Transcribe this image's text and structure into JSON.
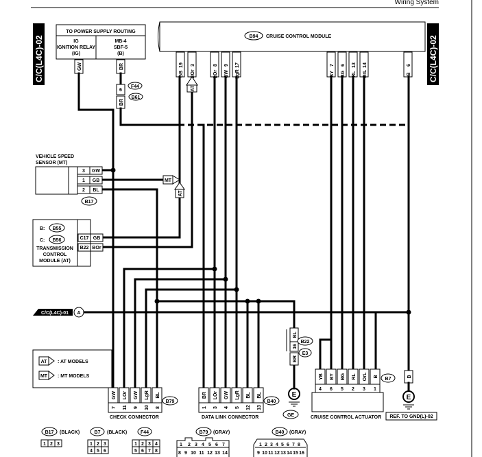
{
  "header": {
    "title": "Wiring System"
  },
  "side_tabs": {
    "left": "C/C(L4C)-02",
    "right": "C/C(L4C)-02"
  },
  "power_box": {
    "title": "TO POWER SUPPLY ROUTING",
    "ig_label_1": "IG",
    "ig_label_2": "IGNITION RELAY",
    "ig_label_3": "(IG)",
    "mb_label_1": "MB-4",
    "mb_label_2": "SBF-5",
    "mb_label_3": "(B)",
    "wire_ig": "GW",
    "wire_b": "BR"
  },
  "f44_link": {
    "pin": "6",
    "wire": "BR",
    "conn_top": "F44",
    "conn_bot": "B61"
  },
  "module": {
    "name": "CRUISE CONTROL MODULE",
    "connector": "B94",
    "pins_left": [
      {
        "pin": "19",
        "wire": "GB"
      },
      {
        "pin": "3",
        "wire": "BOr"
      },
      {
        "pin": "8",
        "wire": "LOr"
      },
      {
        "pin": "9",
        "wire": "GW"
      },
      {
        "pin": "17",
        "wire": "LgR"
      }
    ],
    "pins_right": [
      {
        "pin": "7",
        "wire": "BY"
      },
      {
        "pin": "6",
        "wire": "BG"
      },
      {
        "pin": "13",
        "wire": "RL"
      },
      {
        "pin": "14",
        "wire": "OrL"
      },
      {
        "pin": "6",
        "wire": "B"
      }
    ]
  },
  "speed_sensor": {
    "label_1": "VEHICLE SPEED",
    "label_2": "SENSOR (MT)",
    "connector": "B17",
    "pins": [
      {
        "pin": "3",
        "wire": "GW"
      },
      {
        "pin": "1",
        "wire": "GB"
      },
      {
        "pin": "2",
        "wire": "BL"
      }
    ]
  },
  "tcm": {
    "b_prefix": "B:",
    "b_conn": "B55",
    "c_prefix": "C:",
    "c_conn": "B56",
    "label_1": "TRANSMISSION",
    "label_2": "CONTROL",
    "label_3": "MODULE (AT)",
    "pins": [
      {
        "pin": "C17",
        "wire": "GB"
      },
      {
        "pin": "B22",
        "wire": "BOr"
      }
    ]
  },
  "models": {
    "at": "AT",
    "mt": "MT"
  },
  "legend": {
    "at_text": ": AT MODELS",
    "mt_text": ": MT MODELS",
    "at": "AT",
    "mt": "MT"
  },
  "ref_in": {
    "text": "C/C(L4C)-01",
    "letter": "A"
  },
  "ground_link": {
    "pin": "16",
    "wire_top": "BL",
    "wire_bot": "BR",
    "conn_top": "B22",
    "conn_bot": "E3",
    "ground_symbol": "E",
    "ground_name": "GE"
  },
  "check_connector": {
    "name": "CHECK CONNECTOR",
    "connector": "B79",
    "pins": [
      {
        "pin": "7",
        "wire": "GW"
      },
      {
        "pin": "11",
        "wire": "LOr"
      },
      {
        "pin": "9",
        "wire": "GW"
      },
      {
        "pin": "10",
        "wire": "LgR"
      },
      {
        "pin": "8",
        "wire": "BL"
      }
    ]
  },
  "data_link": {
    "name": "DATA LINK CONNECTOR",
    "connector": "B40",
    "pins": [
      {
        "pin": "1",
        "wire": "BR"
      },
      {
        "pin": "3",
        "wire": "LOr"
      },
      {
        "pin": "4",
        "wire": "GW"
      },
      {
        "pin": "5",
        "wire": "LgR"
      },
      {
        "pin": "12",
        "wire": "BL"
      },
      {
        "pin": "13",
        "wire": "BL"
      }
    ]
  },
  "actuator": {
    "name": "CRUISE CONTROL ACTUATOR",
    "connector": "B7",
    "pins": [
      {
        "pin": "4",
        "wire": "YB"
      },
      {
        "pin": "6",
        "wire": "BY"
      },
      {
        "pin": "5",
        "wire": "BG"
      },
      {
        "pin": "2",
        "wire": "RL"
      },
      {
        "pin": "3",
        "wire": "OrL"
      },
      {
        "pin": "1",
        "wire": "B"
      }
    ]
  },
  "gnd_ref": {
    "wire": "B",
    "ground_symbol": "E",
    "text": "REF. TO GND(L)-02"
  },
  "bottom_connectors": [
    {
      "id": "B17",
      "color": "(BLACK)",
      "rows": [
        [
          "1",
          "2",
          "3"
        ]
      ]
    },
    {
      "id": "B7",
      "color": "(BLACK)",
      "rows": [
        [
          "1",
          "2",
          "3"
        ],
        [
          "4",
          "5",
          "6"
        ]
      ]
    },
    {
      "id": "F44",
      "color": "",
      "rows": [
        [
          "1",
          "2",
          "3",
          "4"
        ],
        [
          "5",
          "6",
          "7",
          "8"
        ]
      ]
    },
    {
      "id": "B79",
      "color": "(GRAY)",
      "rows": [
        [
          "1",
          "2",
          "3",
          "4",
          "5",
          "6",
          "7"
        ],
        [
          "8",
          "9",
          "10",
          "11",
          "12",
          "13",
          "14"
        ]
      ]
    },
    {
      "id": "B40",
      "color": "(GRAY)",
      "rows": [
        [
          "1",
          "2",
          "3",
          "4",
          "5",
          "6",
          "7",
          "8"
        ],
        [
          "9",
          "10",
          "11",
          "12",
          "13",
          "14",
          "15",
          "16"
        ]
      ]
    }
  ]
}
